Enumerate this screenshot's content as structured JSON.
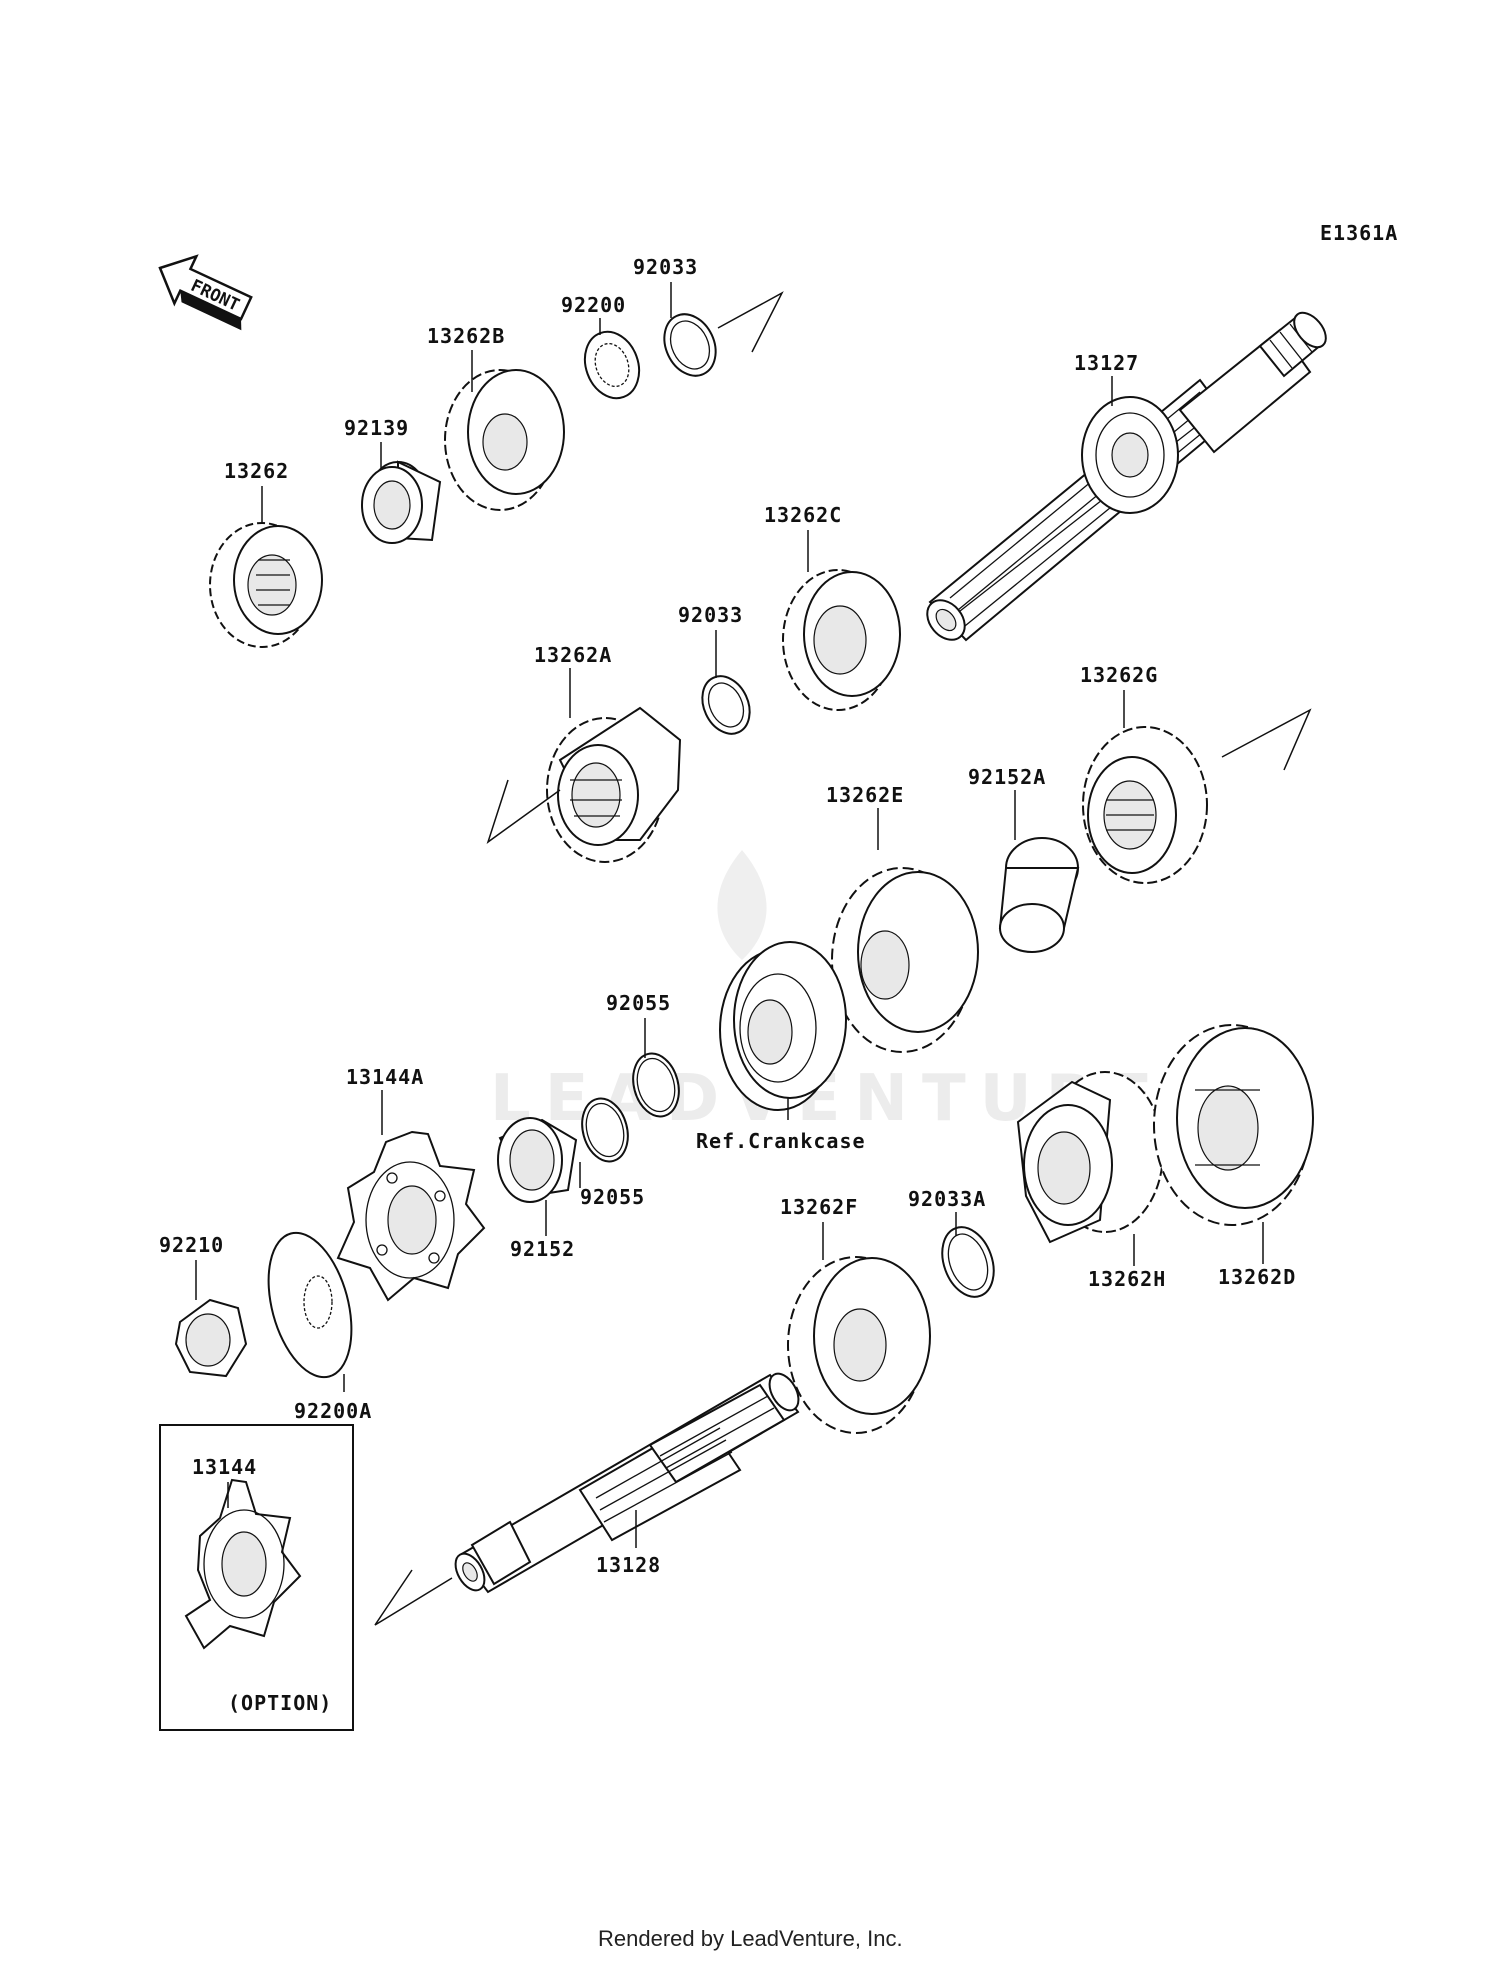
{
  "diagram": {
    "code": "E1361A",
    "front_arrow": "FRONT",
    "watermark": "LEADVENTURE",
    "footer": "Rendered by LeadVenture, Inc.",
    "option_label": "(OPTION)",
    "labels": {
      "p13262": "13262",
      "p92139": "92139",
      "p13262B": "13262B",
      "p92200": "92200",
      "p92033_top": "92033",
      "p13127": "13127",
      "p13262C": "13262C",
      "p92033_mid": "92033",
      "p13262A": "13262A",
      "p13262G": "13262G",
      "p92152A": "92152A",
      "p13262E": "13262E",
      "p92055_top": "92055",
      "p92055_bot": "92055",
      "ref_crankcase": "Ref.Crankcase",
      "p13144A": "13144A",
      "p92152": "92152",
      "p92210": "92210",
      "p92200A": "92200A",
      "p13262F": "13262F",
      "p92033A": "92033A",
      "p13262D": "13262D",
      "p13262H": "13262H",
      "p13128": "13128",
      "p13144": "13144"
    }
  }
}
